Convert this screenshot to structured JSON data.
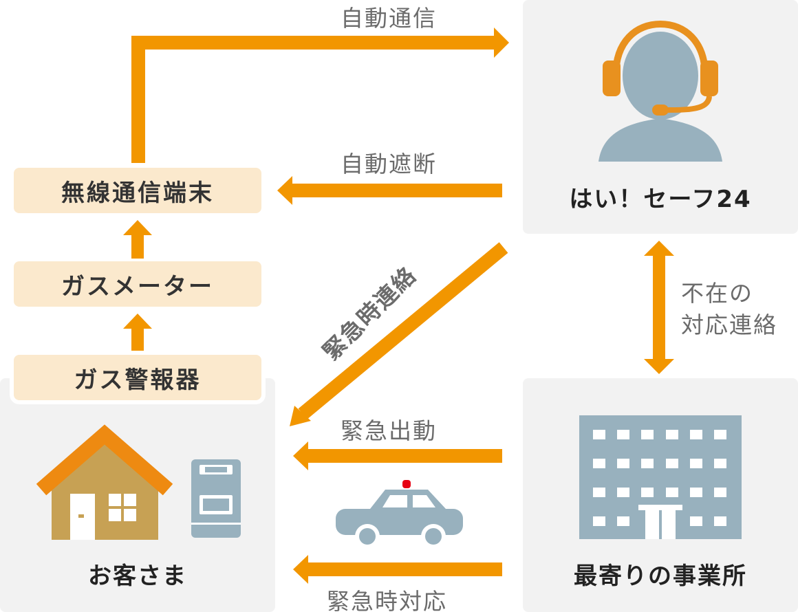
{
  "colors": {
    "arrow": "#f29600",
    "panel": "#f2f2f2",
    "pill": "#fbe9cd",
    "figure": "#98b1be",
    "house": "#c7a154",
    "roof": "#ee8a11"
  },
  "nodes": {
    "terminal": "無線通信端末",
    "gas_meter": "ガスメーター",
    "gas_alarm": "ガス警報器",
    "customer": "お客さま",
    "center": "はい！セーフ24",
    "office": "最寄りの事業所"
  },
  "arrows": {
    "auto_comm": "自動通信",
    "auto_shutoff": "自動遮断",
    "emergency_contact": "緊急時連絡",
    "absence_line1": "不在の",
    "absence_line2": "対応連絡",
    "emergency_dispatch": "緊急出動",
    "emergency_response": "緊急時対応"
  },
  "icons": {
    "operator": "operator-headset-icon",
    "house": "house-icon",
    "meter": "gas-meter-icon",
    "car": "patrol-car-icon",
    "building": "office-building-icon"
  }
}
